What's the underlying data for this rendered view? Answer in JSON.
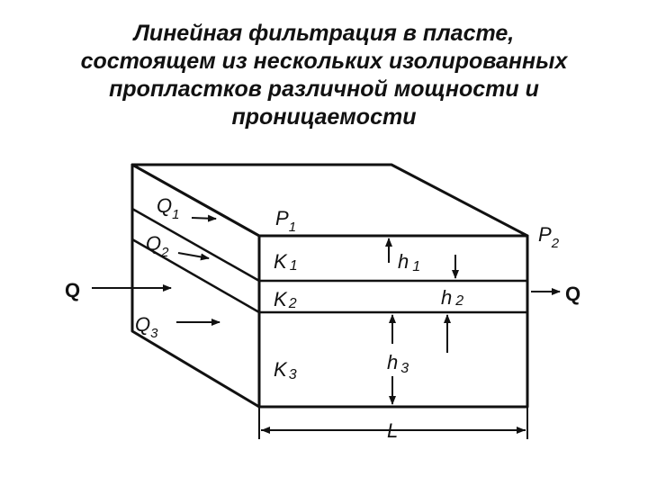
{
  "title": {
    "line1": "Линейная фильтрация в пласте,",
    "line2": "состоящем из нескольких изолированных",
    "line3": "пропластков различной мощности и",
    "line4": "проницаемости"
  },
  "diagram": {
    "labels": {
      "q1": "Q",
      "q1_sub": "1",
      "q2": "Q",
      "q2_sub": "2",
      "q3": "Q",
      "q3_sub": "3",
      "q_in": "Q",
      "q_out": "Q",
      "p1": "P",
      "p1_sub": "1",
      "p2": "P",
      "p2_sub": "2",
      "k1": "K",
      "k1_sub": "1",
      "k2": "K",
      "k2_sub": "2",
      "k3": "K",
      "k3_sub": "3",
      "h1": "h",
      "h1_sub": "1",
      "h2": "h",
      "h2_sub": "2",
      "h3": "h",
      "h3_sub": "3",
      "length": "L"
    },
    "colors": {
      "line": "#111111",
      "background": "#ffffff"
    }
  }
}
